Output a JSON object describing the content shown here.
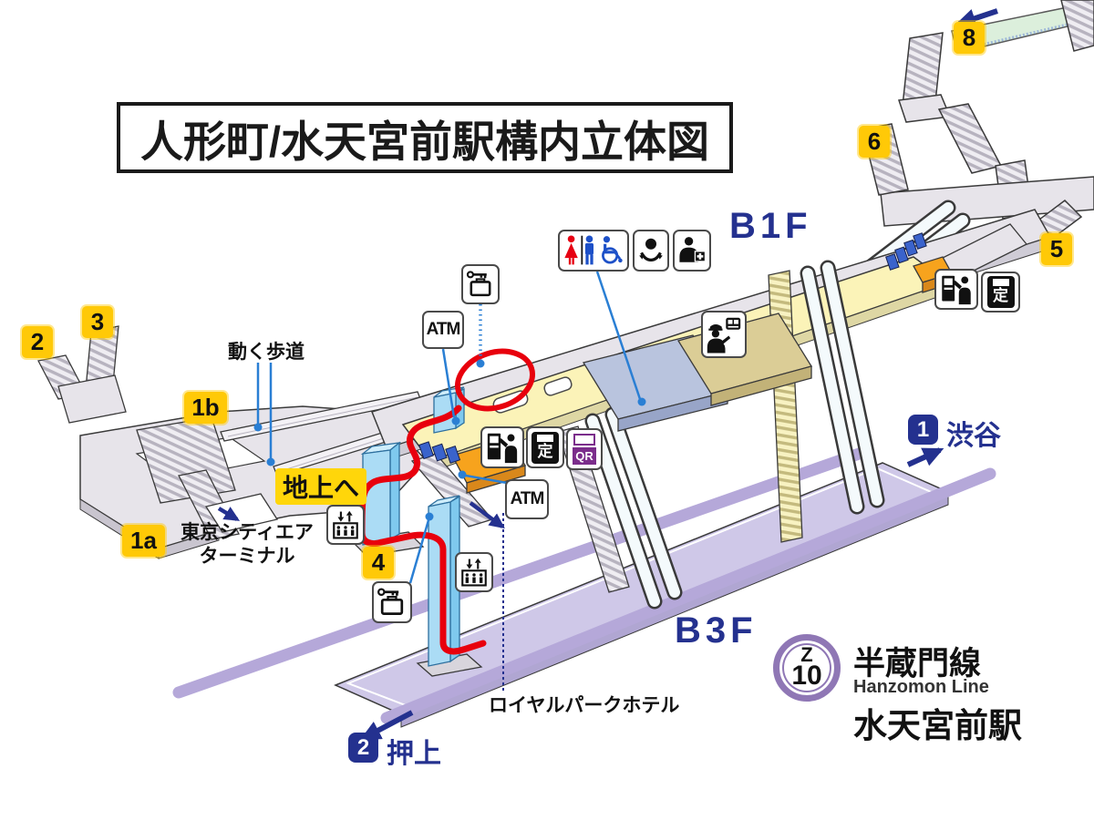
{
  "title": "人形町/水天宮前駅構内立体図",
  "floors": {
    "b1f": "B1F",
    "b3f": "B3F"
  },
  "exits": {
    "e1a": "1a",
    "e1b": "1b",
    "e2": "2",
    "e3": "3",
    "e4": "4",
    "e5": "5",
    "e6": "6",
    "e8": "8"
  },
  "labels": {
    "moving_walkway": "動く歩道",
    "to_ground": "地上へ",
    "tcat1": "東京シティエア",
    "tcat2": "ターミナル",
    "royal_park_hotel": "ロイヤルパークホテル",
    "atm": "ATM",
    "commuter_pass": "定",
    "qr": "QR"
  },
  "directions": {
    "shibuya_badge": "1",
    "shibuya": "渋谷",
    "oshiage_badge": "2",
    "oshiage": "押上"
  },
  "station": {
    "symbol_letter": "Z",
    "symbol_number": "10",
    "line_ja": "半蔵門線",
    "line_en": "Hanzomon Line",
    "name_ja": "水天宮前駅"
  },
  "colors": {
    "navy": "#24318f",
    "route_red": "#e8000d",
    "exit_yellow": "#ffc907",
    "line_purple": "#8f77b5"
  }
}
